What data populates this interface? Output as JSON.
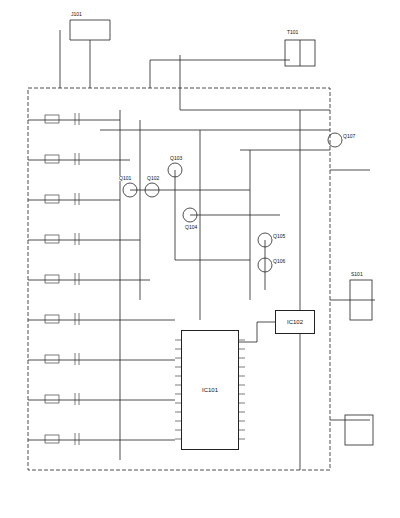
{
  "diagram": {
    "nodes": [
      {
        "text": [
          "IC101"
        ]
      },
      {
        "text": [
          "IC102"
        ]
      }
    ],
    "edges": [
      {
        "from": 0,
        "to": 1,
        "arrow": "none"
      }
    ],
    "labels": [
      "Q101",
      "Q102",
      "Q103",
      "Q104",
      "Q105",
      "Q106",
      "Q107",
      "T101",
      "J101",
      "S101"
    ]
  }
}
